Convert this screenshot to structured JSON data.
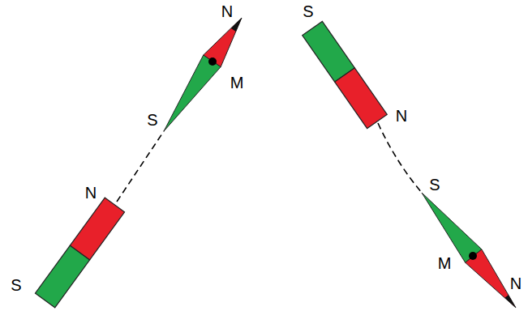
{
  "diagram": {
    "labels": [
      "N",
      "M",
      "S",
      "N",
      "S",
      "S",
      "N",
      "S",
      "M",
      "N"
    ]
  }
}
